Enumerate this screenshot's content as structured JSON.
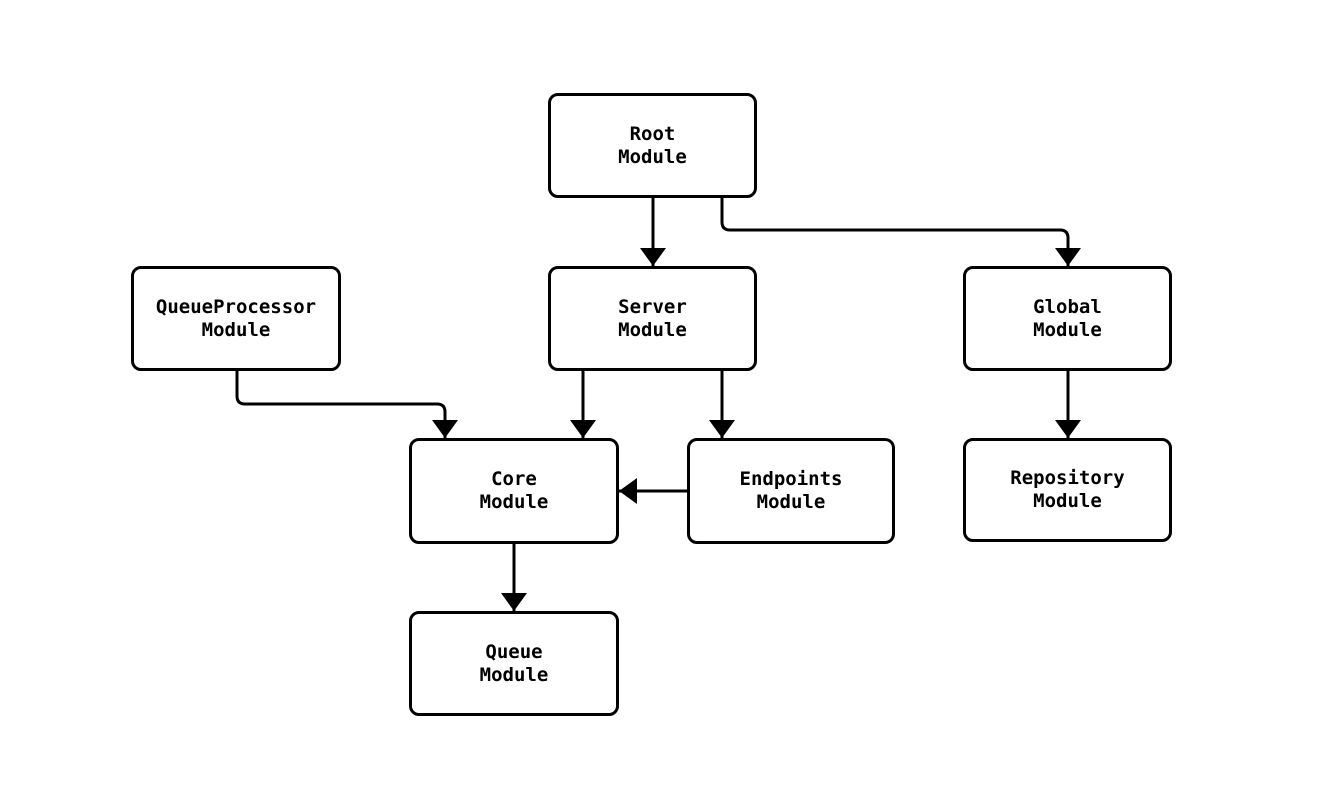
{
  "diagram": {
    "type": "flowchart",
    "background_color": "#ffffff",
    "node_fill_color": "#ffffff",
    "node_border_color": "#000000",
    "edge_color": "#000000",
    "text_color": "#000000",
    "nodes": [
      {
        "id": "root-module",
        "label": "Root\nModule"
      },
      {
        "id": "queueprocessor-module",
        "label": "QueueProcessor\nModule"
      },
      {
        "id": "server-module",
        "label": "Server\nModule"
      },
      {
        "id": "global-module",
        "label": "Global\nModule"
      },
      {
        "id": "core-module",
        "label": "Core\nModule"
      },
      {
        "id": "endpoints-module",
        "label": "Endpoints\nModule"
      },
      {
        "id": "repository-module",
        "label": "Repository\nModule"
      },
      {
        "id": "queue-module",
        "label": "Queue\nModule"
      }
    ],
    "edges": [
      {
        "from": "Root Module",
        "to": "Server Module"
      },
      {
        "from": "Root Module",
        "to": "Global Module"
      },
      {
        "from": "QueueProcessor Module",
        "to": "Core Module"
      },
      {
        "from": "Server Module",
        "to": "Core Module"
      },
      {
        "from": "Server Module",
        "to": "Endpoints Module"
      },
      {
        "from": "Endpoints Module",
        "to": "Core Module"
      },
      {
        "from": "Core Module",
        "to": "Queue Module"
      },
      {
        "from": "Global Module",
        "to": "Repository Module"
      }
    ]
  }
}
